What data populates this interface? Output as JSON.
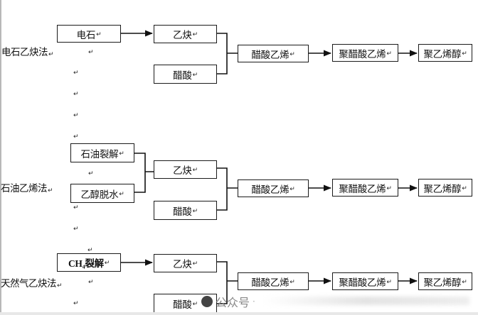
{
  "pilcrow": "↵",
  "methods": [
    {
      "name": "电石乙炔法",
      "sources": [
        "电石"
      ],
      "intermediate": "乙炔",
      "coreactant": "醋酸",
      "monomer": "醋酸乙烯",
      "polymer": "聚醋酸乙烯",
      "product": "聚乙烯醇"
    },
    {
      "name": "石油乙烯法",
      "sources": [
        "石油裂解",
        "乙醇脱水"
      ],
      "intermediate": "乙炔",
      "coreactant": "醋酸",
      "monomer": "醋酸乙烯",
      "polymer": "聚醋酸乙烯",
      "product": "聚乙烯醇"
    },
    {
      "name": "天然气乙炔法",
      "sources": [
        "CH₄裂解"
      ],
      "intermediate": "乙炔",
      "coreactant": "醋酸",
      "monomer": "醋酸乙烯",
      "polymer": "聚醋酸乙烯",
      "product": "聚乙烯醇"
    }
  ],
  "watermark": {
    "text": "公众号",
    "dot": "·"
  }
}
